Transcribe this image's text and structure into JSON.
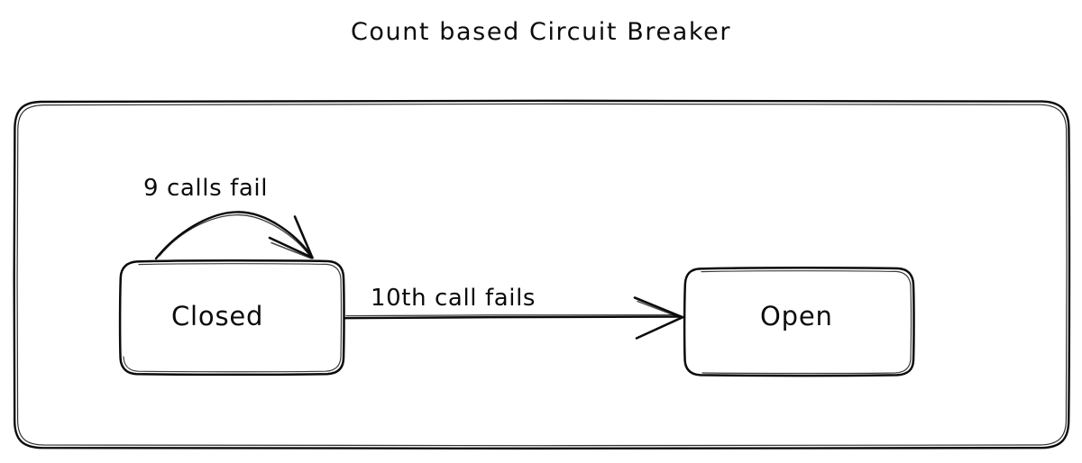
{
  "diagram": {
    "title": "Count based Circuit Breaker",
    "type": "state-machine",
    "style": "hand-drawn sketch",
    "background_color": "#ffffff",
    "stroke_color": "#0b0b0b",
    "container": {
      "name": "circuit-breaker-container",
      "label": ""
    },
    "states": [
      {
        "id": "closed",
        "label": "Closed"
      },
      {
        "id": "open",
        "label": "Open"
      }
    ],
    "transitions": [
      {
        "id": "closed-self-loop",
        "from": "closed",
        "to": "closed",
        "label": "9 calls fail"
      },
      {
        "id": "closed-to-open",
        "from": "closed",
        "to": "open",
        "label": "10th call fails"
      }
    ]
  }
}
